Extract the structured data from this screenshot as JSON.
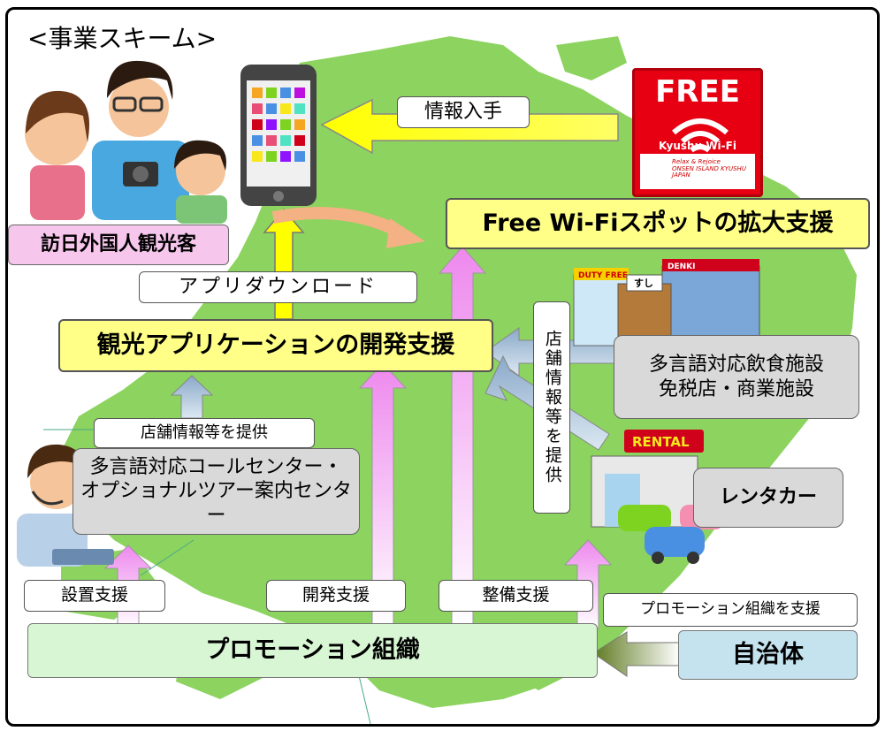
{
  "title": "<事業スキーム>",
  "tourist_label": "訪日外国人観光客",
  "info_get": "情報入手",
  "app_download": "アプリダウンロード",
  "app_dev": "観光アプリケーションの開発支援",
  "wifi_expand": "Free Wi-Fiスポットの拡大支援",
  "store_info_vertical": "店舗情報等を提供",
  "store_info_horizontal": "店舗情報等を提供",
  "restaurants": "多言語対応飲食施設\n免税店・商業施設",
  "rental": "レンタカー",
  "call_center": "多言語対応コールセンター・\nオプショナルツアー案内センター",
  "support_setup": "設置支援",
  "support_dev": "開発支援",
  "support_maintain": "整備支援",
  "support_org": "プロモーション組織を支援",
  "promo_org": "プロモーション組織",
  "local_gov": "自治体",
  "logo": {
    "free": "FREE",
    "kyushu": "Kyushu Wi-Fi",
    "relax": "Relax & Rejoice\nONSEN ISLAND KYUSHU\nJAPAN"
  },
  "signs": {
    "duty_free": "DUTY FREE",
    "denki": "DENKI",
    "sushi": "すし",
    "rental_sign": "RENTAL"
  },
  "colors": {
    "yellow": "#ffff88",
    "pink": "#f7c6ec",
    "green": "#d8f5d4",
    "blue": "#c5e3ee",
    "map": "#8cd35f"
  }
}
